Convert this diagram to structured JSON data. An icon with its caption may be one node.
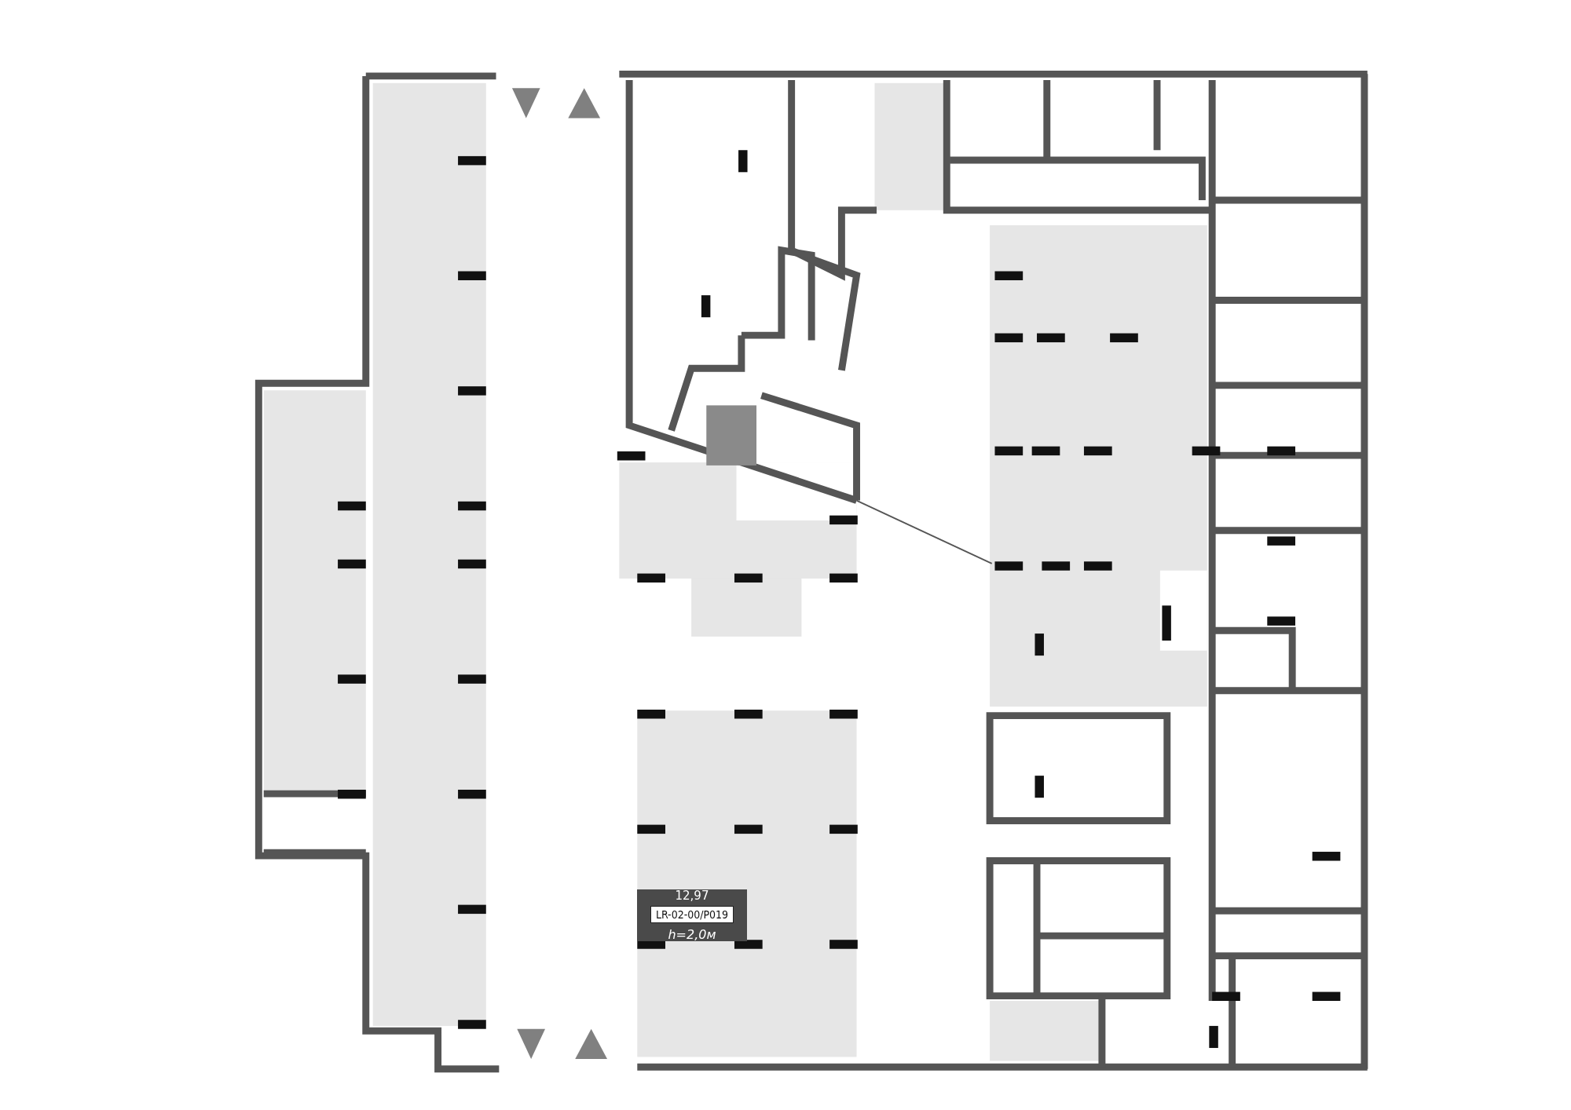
{
  "diagram": {
    "nodes": [
      {
        "text": [
          "12,97",
          "LR-02-00/P019",
          "h=2,0м"
        ]
      }
    ]
  }
}
